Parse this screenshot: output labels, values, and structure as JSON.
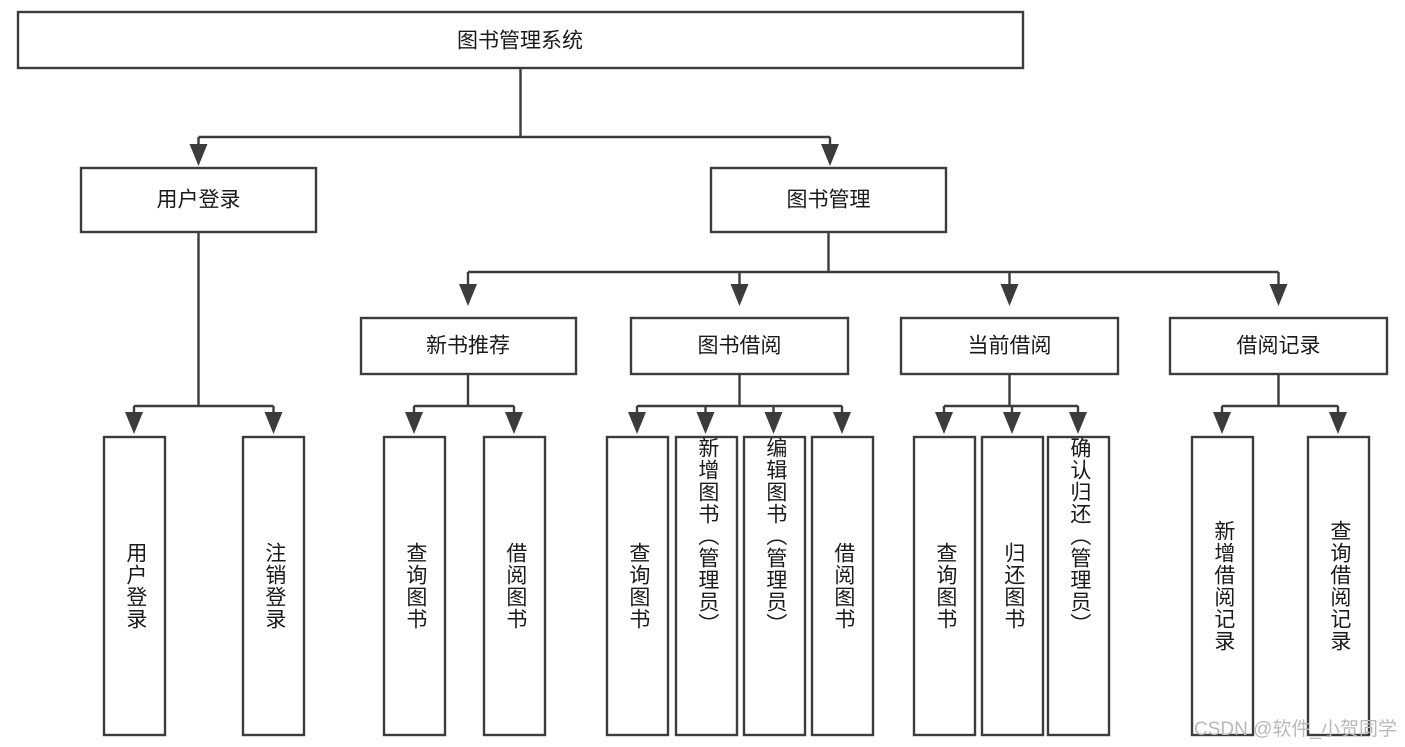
{
  "diagram": {
    "type": "tree-hierarchy",
    "title": "图书管理系统",
    "orientation": "top-down",
    "colors": {
      "box_stroke": "#3c3c3c",
      "box_fill": "#ffffff",
      "text": "#1a1a1a",
      "connector": "#3c3c3c",
      "watermark": "#b9b9b9",
      "background": "#ffffff"
    },
    "root": {
      "label": "图书管理系统"
    },
    "level2": [
      {
        "label": "用户登录"
      },
      {
        "label": "图书管理"
      }
    ],
    "level3": [
      {
        "label": "新书推荐"
      },
      {
        "label": "图书借阅"
      },
      {
        "label": "当前借阅"
      },
      {
        "label": "借阅记录"
      }
    ],
    "leaves": {
      "user_login": [
        {
          "label": "用户登录"
        },
        {
          "label": "注销登录"
        }
      ],
      "new_book_recommend": [
        {
          "label": "查询图书"
        },
        {
          "label": "借阅图书"
        }
      ],
      "book_borrow": [
        {
          "label": "查询图书"
        },
        {
          "label": "新增图书（管理员）"
        },
        {
          "label": "编辑图书（管理员）"
        },
        {
          "label": "借阅图书"
        }
      ],
      "current_borrow": [
        {
          "label": "查询图书"
        },
        {
          "label": "归还图书"
        },
        {
          "label": "确认归还（管理员）"
        }
      ],
      "borrow_record": [
        {
          "label": "新增借阅记录"
        },
        {
          "label": "查询借阅记录"
        }
      ]
    },
    "watermark": "CSDN @软件_小贺同学"
  }
}
